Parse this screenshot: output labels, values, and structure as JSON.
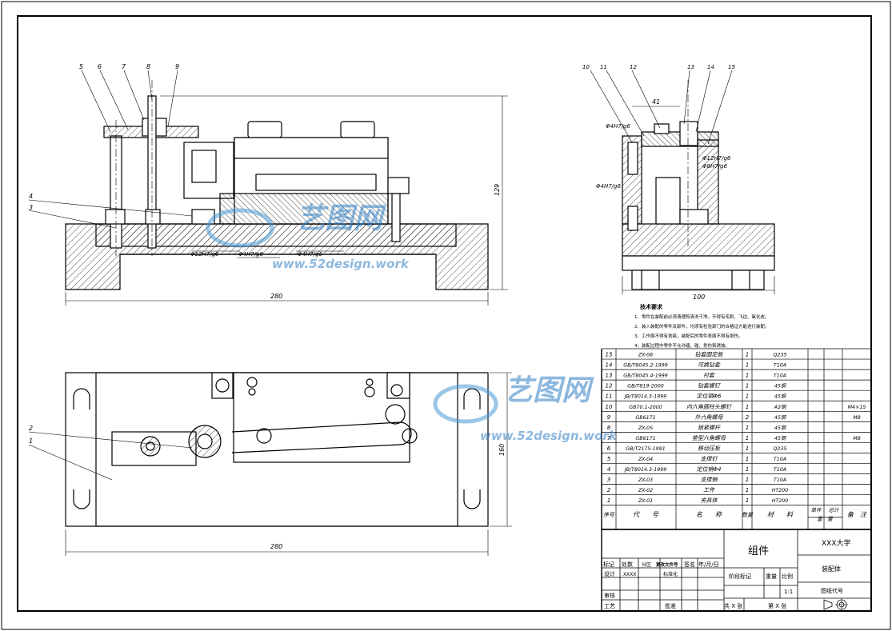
{
  "front_view": {
    "callouts": [
      "5",
      "6",
      "7",
      "8",
      "9",
      "4",
      "3"
    ],
    "fits": [
      "Φ12H7/g6",
      "Φ4H7/g6",
      "Φ4H7/g6"
    ],
    "dim_width": "280",
    "dim_height": "129"
  },
  "side_view": {
    "callouts": [
      "10",
      "11",
      "12",
      "13",
      "14",
      "15"
    ],
    "fits": [
      "Φ4H7/g6",
      "Φ4H7/g6",
      "Φ12H7/g6",
      "Φ8H7/g6"
    ],
    "dim_top": "41",
    "dim_width": "100"
  },
  "top_view": {
    "callouts": [
      "2",
      "1"
    ],
    "dim_width": "280",
    "dim_height": "160"
  },
  "tech_req": {
    "title": "技术要求",
    "items": [
      "1、零件在装配前必须清理和清洗干净，不得有毛刺、飞边、氧化皮。",
      "2、装入装配的零件及部件，均须有检验部门的合格证方能进行装配。",
      "3、工作面不得有划痕，装配后的零件表面不得有损伤。",
      "4、装配过程中零件不允许磕、碰、划伤和锈蚀。"
    ]
  },
  "bom": {
    "rows": [
      {
        "no": "15",
        "code": "ZX-06",
        "name": "钻套固定板",
        "qty": "1",
        "mat": "Q235",
        "note": ""
      },
      {
        "no": "14",
        "code": "GB/T8045.2-1999",
        "name": "可换钻套",
        "qty": "1",
        "mat": "T10A",
        "note": ""
      },
      {
        "no": "13",
        "code": "GB/T8045.4-1999",
        "name": "衬套",
        "qty": "1",
        "mat": "T10A",
        "note": ""
      },
      {
        "no": "12",
        "code": "GB/T819-2000",
        "name": "钻套螺钉",
        "qty": "1",
        "mat": "45钢",
        "note": ""
      },
      {
        "no": "11",
        "code": "JB/T8014.3-1999",
        "name": "定位销Φ6",
        "qty": "1",
        "mat": "45钢",
        "note": ""
      },
      {
        "no": "10",
        "code": "GB70.1-2000",
        "name": "内六角圆柱头螺钉",
        "qty": "1",
        "mat": "A3钢",
        "note": "M4×15"
      },
      {
        "no": "9",
        "code": "GB6171",
        "name": "外六角螺母",
        "qty": "2",
        "mat": "45钢",
        "note": "M8"
      },
      {
        "no": "8",
        "code": "ZX-05",
        "name": "锁紧螺杆",
        "qty": "1",
        "mat": "45钢",
        "note": ""
      },
      {
        "no": "7",
        "code": "GB6171",
        "name": "垫型六角螺母",
        "qty": "1",
        "mat": "45钢",
        "note": "M8"
      },
      {
        "no": "6",
        "code": "GB/T2175-1991",
        "name": "移动压板",
        "qty": "1",
        "mat": "Q235",
        "note": ""
      },
      {
        "no": "5",
        "code": "ZX-04",
        "name": "支撑钉",
        "qty": "1",
        "mat": "T10A",
        "note": ""
      },
      {
        "no": "4",
        "code": "JB/T8014.3-1999",
        "name": "定位销Φ4",
        "qty": "1",
        "mat": "T10A",
        "note": ""
      },
      {
        "no": "3",
        "code": "ZX-03",
        "name": "支撑销",
        "qty": "1",
        "mat": "T10A",
        "note": ""
      },
      {
        "no": "2",
        "code": "ZX-02",
        "name": "工件",
        "qty": "1",
        "mat": "HT200",
        "note": ""
      },
      {
        "no": "1",
        "code": "ZX-01",
        "name": "夹具体",
        "qty": "1",
        "mat": "HT200",
        "note": ""
      }
    ],
    "header": {
      "no": "序号",
      "code": "代　　号",
      "name": "名　　称",
      "qty": "数量",
      "mat": "材　　料",
      "unit": "单件",
      "total": "总计",
      "weight": "重　量",
      "note": "备　注"
    }
  },
  "title_block": {
    "row1": [
      "标记",
      "处数",
      "分区",
      "更改文件号",
      "签名",
      "年/月/日"
    ],
    "design": "设计",
    "designer": "XXXX",
    "standard": "标准化",
    "check": "审核",
    "process": "工艺",
    "approve": "批准",
    "part_name": "组件",
    "school": "XXX大学",
    "drawing_name": "装配体",
    "stage": "阶段标记",
    "weight": "重量",
    "scale": "比例",
    "scale_value": "1:1",
    "drawing_code": "图纸代号",
    "sheets_total": "共 X 张",
    "sheet_no": "第 X 张"
  },
  "watermark": {
    "cn": "艺图网",
    "en": "www.52design.work"
  }
}
